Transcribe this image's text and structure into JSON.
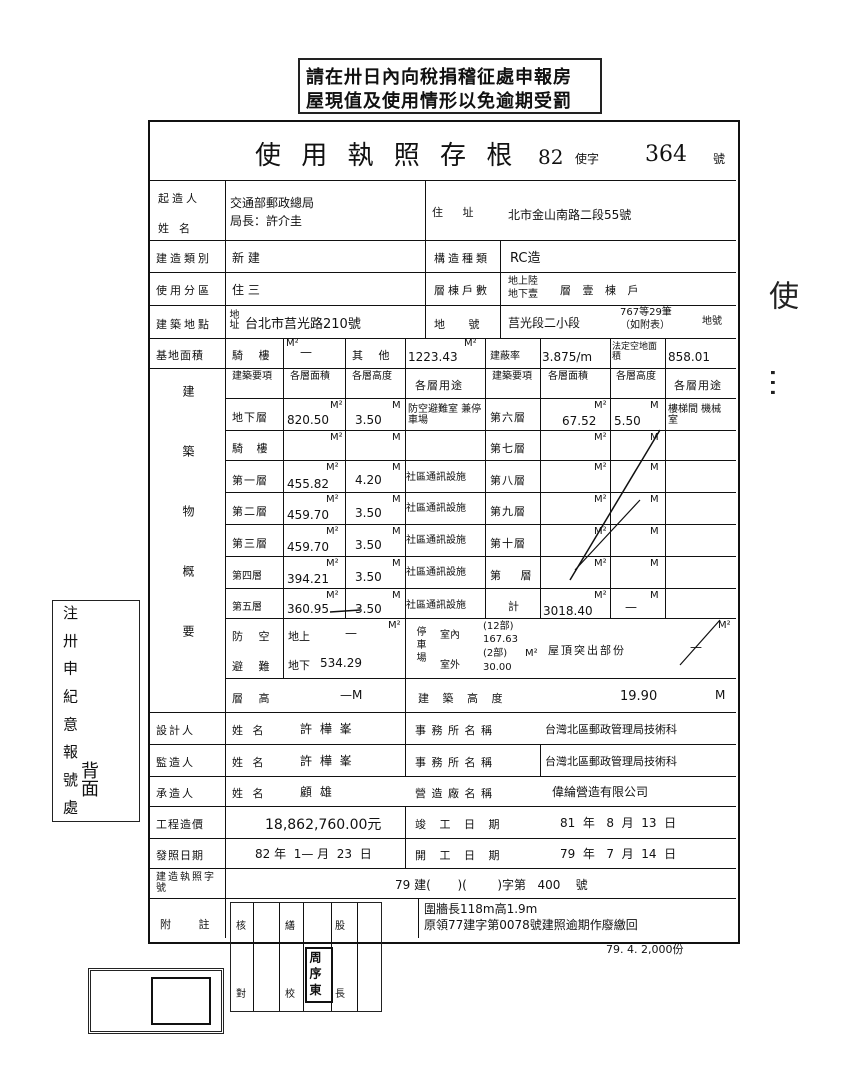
{
  "notice": {
    "line1": "請在卅日內向稅捐稽征處申報房",
    "line2": "屋現值及使用情形以免逾期受罰"
  },
  "header": {
    "title": "使 用 執 照 存 根",
    "year": "82",
    "prefix": "使字",
    "number": "364",
    "suffix": "號"
  },
  "owner": {
    "label1": "起造人",
    "label2": "姓名",
    "name1": "交通部郵政總局",
    "name2": "局長：許介圭",
    "addr_label": "住 址",
    "address": "北市金山南路二段55號"
  },
  "build": {
    "type_label": "建造類別",
    "type": "新 建",
    "struct_label": "構造種類",
    "struct": "RC造",
    "use_label": "使用分區",
    "use": "住 三",
    "floors_label": "層棟戶數",
    "floors_above": "地上陸",
    "floors_below": "地下壹",
    "floors_rest": "層  壹  棟  戶",
    "site_label": "建築地點",
    "site_sub": "地址",
    "site": "台北市莒光路210號",
    "lot_label": "地 號",
    "lot": "莒光段二小段",
    "lot_no": "767等29筆",
    "lot_note": "（如附表）",
    "lot_suffix": "地號"
  },
  "area": {
    "label": "基地面積",
    "arcade_label": "騎 樓",
    "arcade": "—",
    "other_label": "其 他",
    "other": "1223.43",
    "cover_label": "建蔽率",
    "cover": "3.875/m",
    "open_label": "法定空地面積",
    "open": "858.01",
    "unit": "M²"
  },
  "floors_table": {
    "side_label": "建築物概要",
    "h_item": "建築要項",
    "h_area": "各層面積",
    "h_height": "各層高度",
    "h_use": "各層用途",
    "rows_left": [
      {
        "name": "地下層",
        "area": "820.50",
        "height": "3.50",
        "use": "防空避難室 兼停車場"
      },
      {
        "name": "騎 樓",
        "area": "",
        "height": "",
        "use": ""
      },
      {
        "name": "第一層",
        "area": "455.82",
        "height": "4.20",
        "use": "社區通訊設施"
      },
      {
        "name": "第二層",
        "area": "459.70",
        "height": "3.50",
        "use": "社區通訊設施"
      },
      {
        "name": "第三層",
        "area": "459.70",
        "height": "3.50",
        "use": "社區通訊設施"
      },
      {
        "name": "第四層",
        "area": "394.21",
        "height": "3.50",
        "use": "社區通訊設施"
      },
      {
        "name": "第五層",
        "area": "360.95",
        "height": "3.50",
        "use": "社區通訊設施"
      }
    ],
    "rows_right": [
      {
        "name": "第六層",
        "area": "67.52",
        "height": "5.50",
        "use": "樓梯間 機械室"
      },
      {
        "name": "第七層",
        "area": "",
        "height": "",
        "use": ""
      },
      {
        "name": "第八層",
        "area": "",
        "height": "",
        "use": ""
      },
      {
        "name": "第九層",
        "area": "",
        "height": "",
        "use": ""
      },
      {
        "name": "第十層",
        "area": "",
        "height": "",
        "use": ""
      },
      {
        "name": "第 層",
        "area": "",
        "height": "",
        "use": ""
      },
      {
        "name": "計",
        "area": "3018.40",
        "height": "—",
        "use": ""
      }
    ],
    "m2": "M²",
    "m": "M"
  },
  "shelter": {
    "label1": "防 空",
    "label2": "避 難",
    "above": "地上",
    "above_val": "—",
    "below": "地下",
    "below_val": "534.29",
    "parking_label": "停車場",
    "indoor": "室內",
    "outdoor": "室外",
    "indoor_units": "(12部)",
    "indoor_val": "167.63",
    "outdoor_units": "(2部)",
    "outdoor_val": "30.00",
    "roof_label": "屋頂突出部份",
    "roof_val": "—"
  },
  "height": {
    "floor_label": "層 高",
    "floor_val": "—M",
    "bldg_label": "建 築 高 度",
    "bldg_val": "19.90",
    "unit": "M"
  },
  "people": {
    "designer_label": "設計人",
    "supervisor_label": "監造人",
    "builder_label": "承造人",
    "name_label": "姓 名",
    "designer": "許 樺 峯",
    "supervisor": "許 樺 峯",
    "builder": "顧  雄",
    "office_label": "事 務 所 名 稱",
    "designer_office": "台灣北區郵政管理局技術科",
    "supervisor_office": "台灣北區郵政管理局技術科",
    "company_label": "營 造 廠 名 稱",
    "company": "偉綸營造有限公司"
  },
  "dates": {
    "cost_label": "工程造價",
    "cost": "18,862,760.00元",
    "complete_label": "竣 工 日 期",
    "complete": "81  年   8  月  13  日",
    "issue_label": "發照日期",
    "issue": "82 年  1— 月  23  日",
    "start_label": "開 工 日 期",
    "start": "79  年   7  月  14  日",
    "permit_label": "建造執照字號",
    "permit": "79 建(       )(        )字第   400    號"
  },
  "notes": {
    "label": "附 註",
    "line1": "圍牆長118m高1.9m",
    "line2": "原領77建字第0078號建照逾期作廢繳回",
    "check_labels": [
      "核",
      "對",
      "繕",
      "校",
      "股",
      "長"
    ],
    "sign": "周 序 東",
    "footer": "79. 4. 2,000份"
  },
  "margin": {
    "left_stamp": "注 卅 申 紀 意 報 號 處",
    "back": "背面",
    "right_text": "使 …"
  }
}
